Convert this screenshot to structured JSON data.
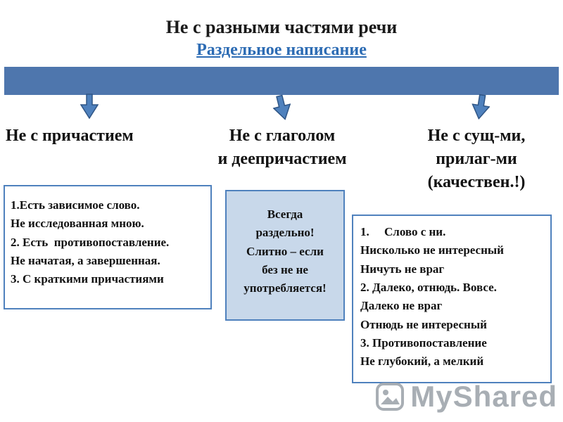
{
  "slide": {
    "title": "Не с разными частями речи",
    "subtitle_link": "Раздельное написание"
  },
  "columns": [
    {
      "header": "Не с причастием",
      "box": "1.Есть зависимое слово.\nНе исследованная мною.\n2. Есть  противопоставление.\nНе начатая, а завершенная.\n3. С краткими причастиями"
    },
    {
      "header": "Не с глаголом\nи деепричастием",
      "box": "Всегда\nраздельно!\nСлитно – если\nбез не не\nупотребляется!"
    },
    {
      "header": "Не с сущ-ми,\nприлаг-ми\n(качествен.!)",
      "box": "1.     Слово с ни.\nНисколько не интересный\nНичуть не враг\n2. Далеко, отнюдь. Вовсе.\nДалеко не враг\nОтнюдь не интересный\n3. Противопоставление\nНе глубокий, а мелкий"
    }
  ],
  "watermark": {
    "label": "MyShared"
  },
  "colors": {
    "bar": "#4e76ad",
    "box_border": "#4f81bd",
    "center_box_fill": "#c8d8ea",
    "link": "#2d6cb4",
    "watermark_gray": "#9aa1a8"
  }
}
